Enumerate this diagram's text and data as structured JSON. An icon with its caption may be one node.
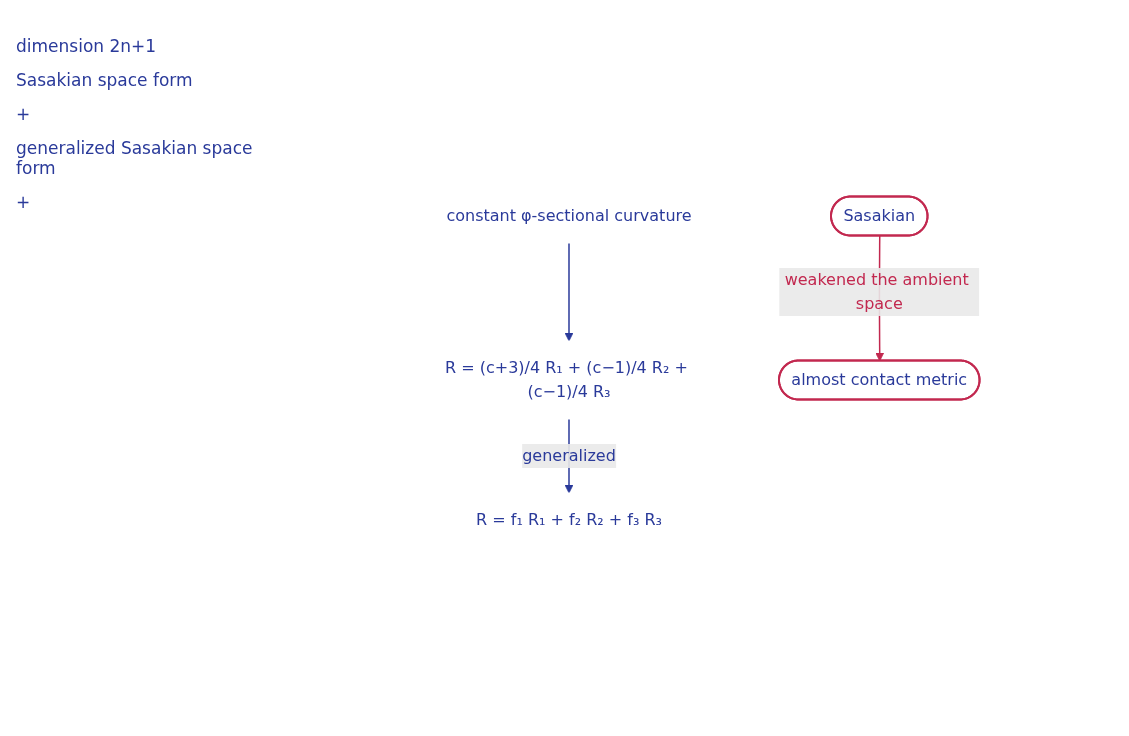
{
  "diagram": {
    "nodes": [
      {
        "text": [
          "Sasakian"
        ]
      },
      {
        "text": [
          "constant φ-sectional curvature"
        ]
      },
      {
        "text": [
          "R = (c+3)/4 R₁ + (c−1)/4 R₂ + (c−1)/4 R₃"
        ]
      },
      {
        "text": [
          "almost contact metric"
        ]
      },
      {
        "text": [
          "R = f₁ R₁ + f₂ R₂ + f₃ R₃"
        ]
      }
    ],
    "edges": [
      {
        "from": 0,
        "to": 3,
        "arrow": "to",
        "label": "weakened the ambient space",
        "color": "#c2284f"
      },
      {
        "from": 1,
        "to": 2,
        "arrow": "to"
      },
      {
        "from": 2,
        "to": 4,
        "arrow": "to",
        "label": "generalized"
      }
    ],
    "labels": [
      "dimension 2n+1",
      "Sasakian space form",
      "+",
      "generalized Sasakian space form",
      "+"
    ]
  }
}
